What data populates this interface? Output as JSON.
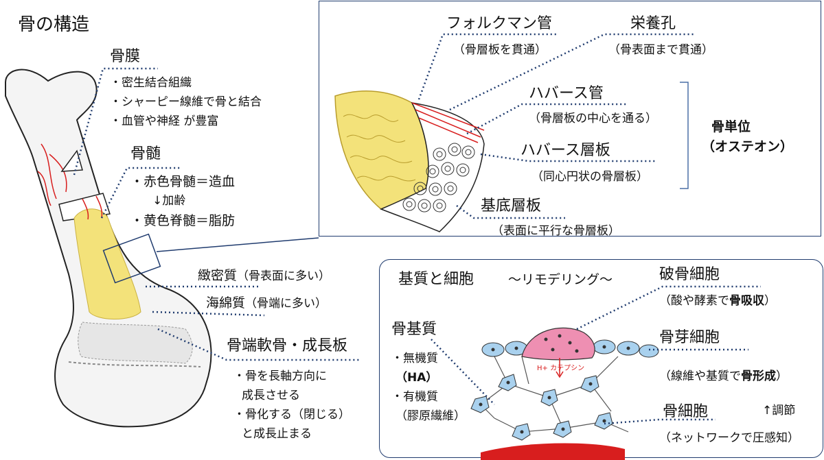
{
  "title": "骨の構造",
  "periosteum": {
    "heading": "骨膜",
    "items": [
      "・密生結合組織",
      "・シャーピー線維で骨と結合",
      "・血管や神経 が豊富"
    ]
  },
  "marrow": {
    "heading": "骨髄",
    "red": "・赤色骨髄＝造血",
    "aging": "↓加齢",
    "yellow": "・黄色脊髄＝脂肪"
  },
  "compact": {
    "name": "緻密質",
    "note": "（骨表面に多い）"
  },
  "spongy": {
    "name": "海綿質",
    "note": "（骨端に多い）"
  },
  "growth_plate": {
    "heading": "骨端軟骨・成長板",
    "items": [
      "・骨を長軸方向に",
      "成長させる",
      "・骨化する（閉じる）",
      "と成長止まる"
    ]
  },
  "detail": {
    "volkmann": {
      "name": "フォルクマン管",
      "note": "（骨層板を貫通）"
    },
    "foramen": {
      "name": "栄養孔",
      "note": "（骨表面まで貫通）"
    },
    "haversian_canal": {
      "name": "ハバース管",
      "note": "（骨層板の中心を通る）"
    },
    "haversian_lamella": {
      "name": "ハバース層板",
      "note": "（同心円状の骨層板）"
    },
    "basal_lamella": {
      "name": "基底層板",
      "note": "（表面に平行な骨層板）"
    },
    "osteon": {
      "line1": "骨単位",
      "line2": "（オステオン）"
    }
  },
  "cells": {
    "heading": "基質と細胞",
    "subheading": "～リモデリング～",
    "matrix": {
      "heading": "骨基質",
      "items": [
        "・無機質",
        "（HA）",
        "・有機質",
        "（膠原繊維）"
      ]
    },
    "osteoclast": {
      "name": "破骨細胞",
      "note_pre": "（酸や酵素で",
      "note_bold": "骨吸収",
      "note_post": "）"
    },
    "osteoblast": {
      "name": "骨芽細胞",
      "note_pre": "（線維や基質で",
      "note_bold": "骨形成",
      "note_post": "）"
    },
    "osteocyte": {
      "name": "骨細胞",
      "note": "（ネットワークで圧感知）"
    },
    "regulation": "↑調節",
    "drawing_label": "H+ カテプシン"
  },
  "colors": {
    "leader": "#1f3b6e",
    "marrow_yellow": "#f3e27a",
    "vessel_red": "#d81e1e",
    "cell_blue": "#a9d1ee",
    "osteoclast_pink": "#ee8fb2"
  }
}
